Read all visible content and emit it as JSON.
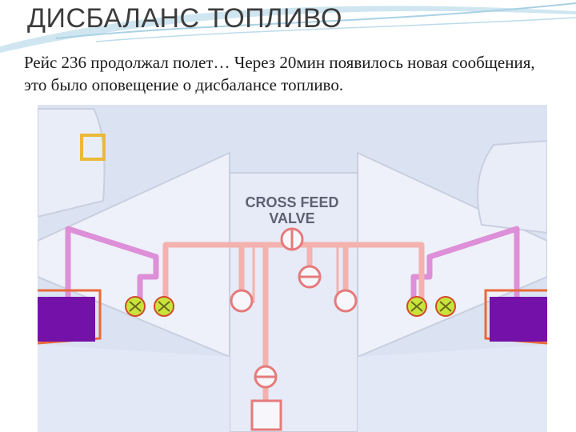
{
  "slide": {
    "title": "ДИСБАЛАНС ТОПЛИВО",
    "body": "Рейс 236 продолжал полет… Через 20мин появилось новая сообщения, это было оповещение о дисбалансе топливо."
  },
  "diagram": {
    "label_line1": "CROSS FEED",
    "label_line2": "VALVE"
  },
  "colors": {
    "fuel_line": "#f4b1ae",
    "vent_line": "#dd90d8",
    "fuel_tank": "#7411a9",
    "pump": "#c8e43a",
    "marker": "#eab93a",
    "wing": "#eef1f9",
    "background": "#dbe3f3"
  }
}
